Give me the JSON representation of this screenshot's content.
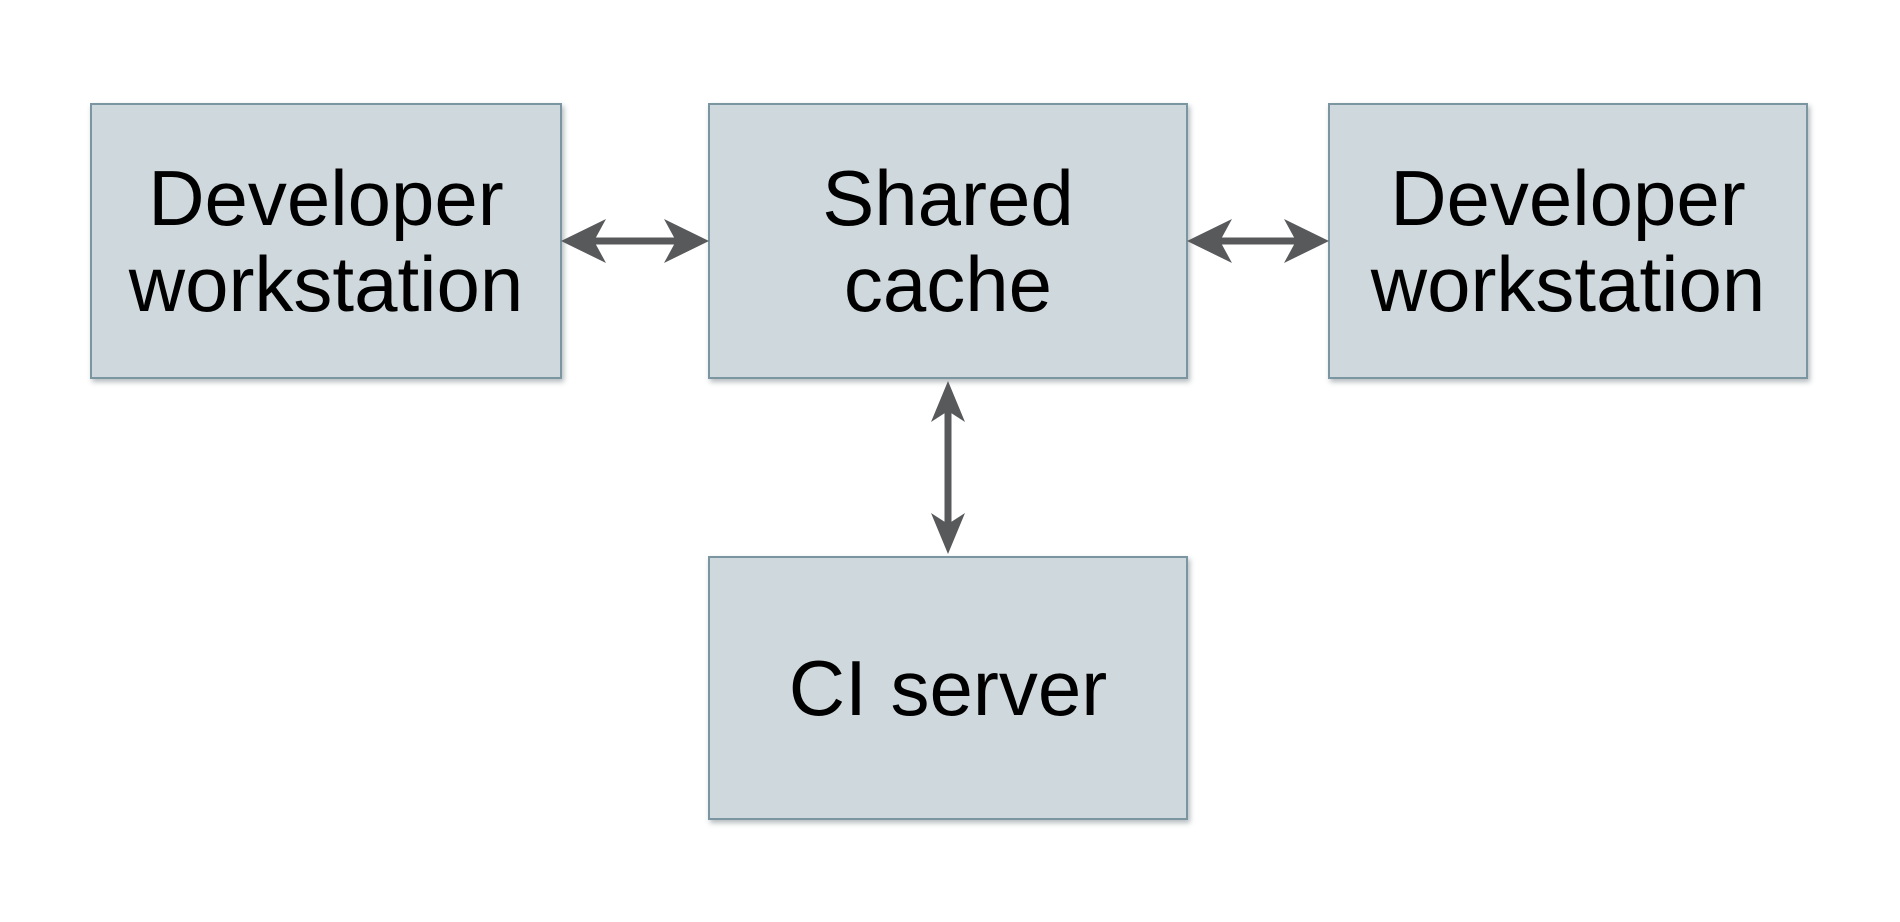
{
  "diagram": {
    "background_color": "#ffffff",
    "node_fill_color": "#cfd8dc",
    "node_border_color": "#7b95a1",
    "arrow_color": "#58595b",
    "text_color": "#000000",
    "nodes": [
      {
        "id": "developer-workstation-left",
        "label": "Developer workstation"
      },
      {
        "id": "shared-cache",
        "label": "Shared cache"
      },
      {
        "id": "developer-workstation-right",
        "label": "Developer workstation"
      },
      {
        "id": "ci-server",
        "label": "CI server"
      }
    ],
    "connections": [
      {
        "from": "developer-workstation-left",
        "to": "shared-cache",
        "direction": "bidirectional",
        "orientation": "horizontal"
      },
      {
        "from": "shared-cache",
        "to": "developer-workstation-right",
        "direction": "bidirectional",
        "orientation": "horizontal"
      },
      {
        "from": "shared-cache",
        "to": "ci-server",
        "direction": "bidirectional",
        "orientation": "vertical"
      }
    ]
  }
}
